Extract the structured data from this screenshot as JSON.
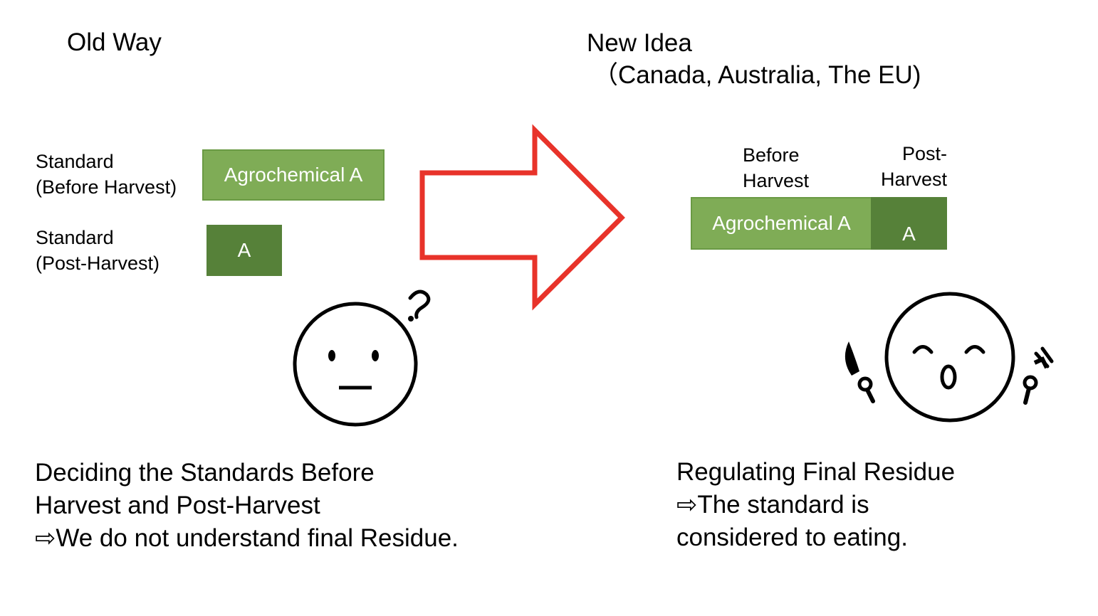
{
  "old_way": {
    "title": "Old Way",
    "standard_before_label": [
      "Standard",
      "(Before Harvest)"
    ],
    "standard_post_label": [
      "Standard",
      "(Post-Harvest)"
    ],
    "box_before": "Agrochemical A",
    "box_post": "A",
    "caption": [
      "Deciding the Standards Before",
      "Harvest and Post-Harvest",
      "⇨We do not understand final Residue."
    ]
  },
  "new_idea": {
    "title": "New Idea",
    "subtitle": "（Canada, Australia, The EU)",
    "before_label": [
      "Before",
      "Harvest"
    ],
    "post_label": [
      "Post-",
      "Harvest"
    ],
    "box_before": "Agrochemical A",
    "box_post": "A",
    "caption": [
      "Regulating Final Residue",
      "⇨The standard is",
      "considered to eating."
    ]
  },
  "icons": [
    "right-arrow-icon",
    "confused-face-icon",
    "question-mark-icon",
    "happy-eating-face-icon",
    "knife-icon",
    "fork-icon"
  ],
  "colors": {
    "light_green": "#7fac56",
    "dark_green": "#568139",
    "arrow_red": "#e8332a"
  }
}
